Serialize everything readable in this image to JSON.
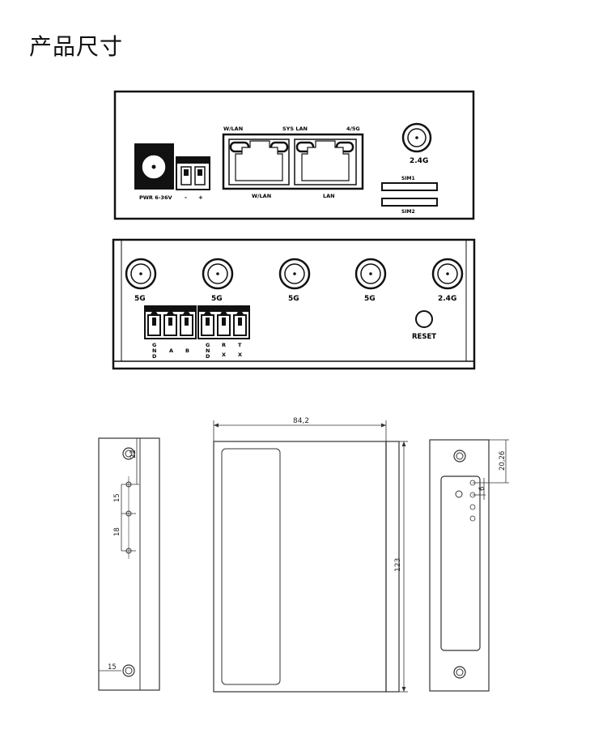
{
  "page_title": "产品尺寸",
  "front_panel": {
    "pwr_label": "PWR 6-36V",
    "terminal_minus": "-",
    "terminal_plus": "+",
    "wlan_top_label": "W/LAN",
    "sys_lan_label": "SYS LAN",
    "status_4g5g_label": "4/5G",
    "wlan_bottom_label": "W/LAN",
    "lan_bottom_label": "LAN",
    "antenna_label": "2.4G",
    "sim1_label": "SIM1",
    "sim2_label": "SIM2"
  },
  "back_panel": {
    "antennas": [
      "5G",
      "5G",
      "5G",
      "5G",
      "2.4G"
    ],
    "reset_label": "RESET",
    "terminal_labels": [
      {
        "lines": [
          "G",
          "N",
          "D"
        ]
      },
      {
        "lines": [
          "A"
        ]
      },
      {
        "lines": [
          "B"
        ]
      },
      {
        "lines": [
          "G",
          "N",
          "D"
        ]
      },
      {
        "lines": [
          "R",
          "X"
        ]
      },
      {
        "lines": [
          "T",
          "X"
        ]
      }
    ]
  },
  "dimensions": {
    "width": "84,2",
    "height": "123",
    "side_22": "22",
    "side_15a": "15",
    "side_18": "18",
    "side_15b": "15",
    "right_20_26": "20,26",
    "right_6": "6"
  }
}
